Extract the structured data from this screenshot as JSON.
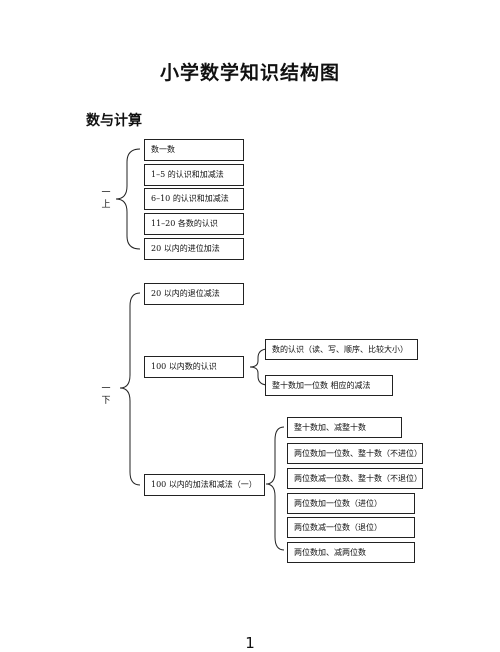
{
  "title": "小学数学知识结构图",
  "section": "数与计算",
  "grade_upper": "一\n上",
  "grade_lower": "一\n下",
  "upper_items": [
    "数一数",
    "1–5 的认识和加减法",
    "6–10 的认识和加减法",
    "11–20 各数的认识",
    "20 以内的进位加法"
  ],
  "lower": {
    "a": "20 以内的退位减法",
    "b": "100 以内数的认识",
    "b_children": [
      "数的认识（读、写、顺序、比较大小）",
      "整十数加一位数 相应的减法"
    ],
    "c": "100 以内的加法和减法（一）",
    "c_children": [
      "整十数加、减整十数",
      "两位数加一位数、整十数（不进位）",
      "两位数减一位数、整十数（不退位）",
      "两位数加一位数（进位）",
      "两位数减一位数（退位）",
      "两位数加、减两位数"
    ]
  },
  "page_number": "1"
}
